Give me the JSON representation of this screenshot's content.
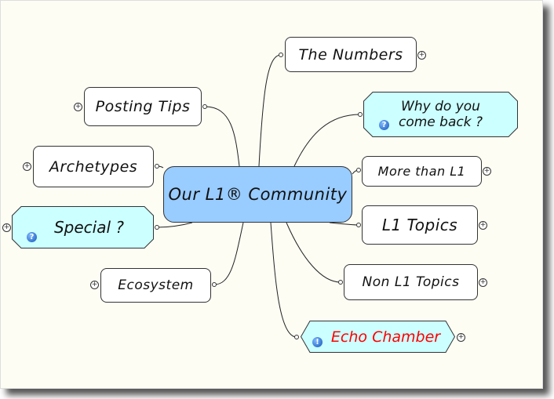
{
  "central": {
    "label": "Our L1® Community"
  },
  "topics": [
    {
      "id": "numbers",
      "label": "The Numbers"
    },
    {
      "id": "posting-tips",
      "label": "Posting Tips"
    },
    {
      "id": "why",
      "label": "Why do you come back ?",
      "icon": "question-icon"
    },
    {
      "id": "archetypes",
      "label": "Archetypes"
    },
    {
      "id": "more",
      "label": "More than L1"
    },
    {
      "id": "special",
      "label": "Special ?",
      "icon": "question-icon"
    },
    {
      "id": "l1-topics",
      "label": "L1 Topics"
    },
    {
      "id": "non-l1",
      "label": "Non L1 Topics"
    },
    {
      "id": "ecosystem",
      "label": "Ecosystem"
    },
    {
      "id": "echo",
      "label": "Echo Chamber",
      "icon": "info-icon",
      "color": "#ff0000"
    }
  ],
  "colors": {
    "central_fill": "#99ccff",
    "callout_fill": "#ccffff",
    "background": "#fdfdf4"
  }
}
